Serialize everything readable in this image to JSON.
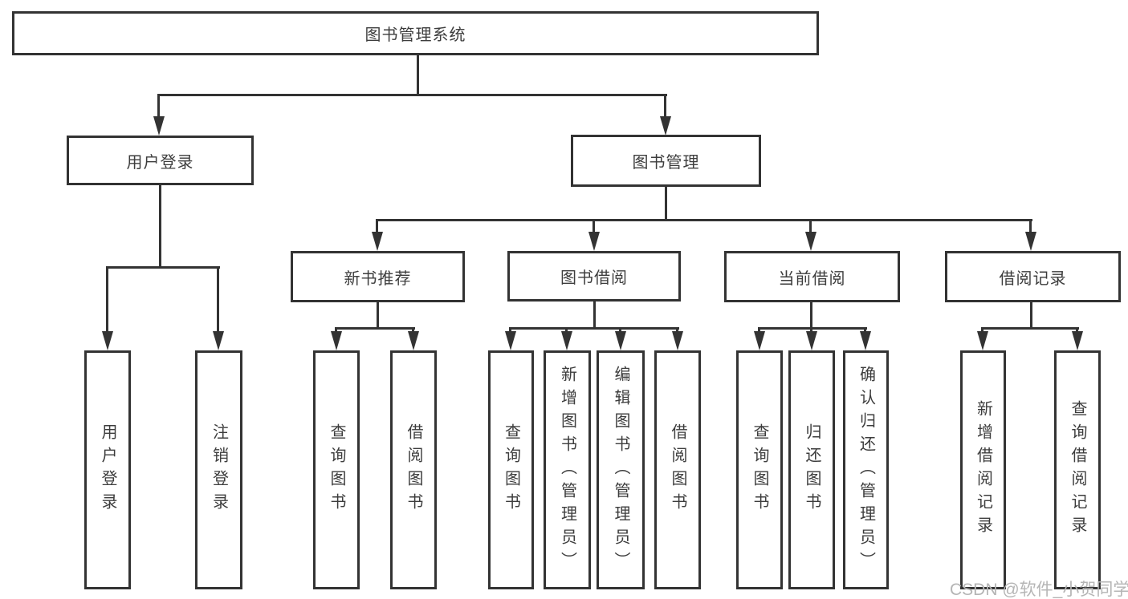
{
  "diagram": {
    "root": {
      "label": "图书管理系统"
    },
    "branches": [
      {
        "label": "用户登录",
        "children": [
          {
            "label": "用户登录"
          },
          {
            "label": "注销登录"
          }
        ]
      },
      {
        "label": "图书管理",
        "children": [
          {
            "label": "新书推荐",
            "children": [
              {
                "label": "查询图书"
              },
              {
                "label": "借阅图书"
              }
            ]
          },
          {
            "label": "图书借阅",
            "children": [
              {
                "label": "查询图书"
              },
              {
                "label": "新增图书（管理员）"
              },
              {
                "label": "编辑图书（管理员）"
              },
              {
                "label": "借阅图书"
              }
            ]
          },
          {
            "label": "当前借阅",
            "children": [
              {
                "label": "查询图书"
              },
              {
                "label": "归还图书"
              },
              {
                "label": "确认归还（管理员）"
              }
            ]
          },
          {
            "label": "借阅记录",
            "children": [
              {
                "label": "新增借阅记录"
              },
              {
                "label": "查询借阅记录"
              }
            ]
          }
        ]
      }
    ]
  },
  "watermark": {
    "text": "CSDN @软件_小贺同学"
  },
  "colors": {
    "line": "#333333",
    "text": "#3d3d3d",
    "watermark": "#b5b5b5",
    "background": "#ffffff"
  }
}
